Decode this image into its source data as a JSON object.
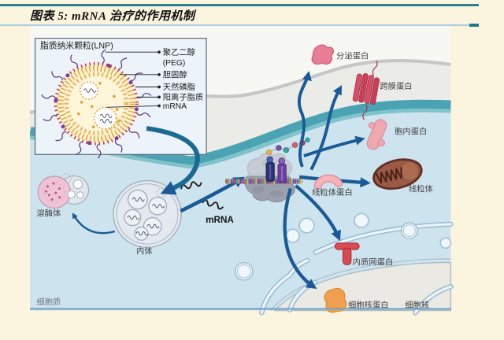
{
  "title": {
    "label": "图表 5:  mRNA 治疗的作用机制"
  },
  "lnp": {
    "title": "脂质纳米颗粒(LNP)",
    "label_peg_1": "聚乙二醇",
    "label_peg_2": "(PEG)",
    "label_cholesterol": "胆固醇",
    "label_phospholipid": "天然磷脂",
    "label_cationic_lipid": "阳离子脂质",
    "label_mrna": "mRNA"
  },
  "cell": {
    "lysosome": "溶酶体",
    "endosome": "内体",
    "mrna": "mRNA",
    "cytoplasm": "细胞质",
    "secreted_protein": "分泌蛋白",
    "transmembrane_protein": "跨膜蛋白",
    "intracellular_protein": "胞内蛋白",
    "mitochondrial_protein": "线粒体蛋白",
    "mitochondria": "线粒体",
    "er_protein": "内质网蛋白",
    "nuclear_protein": "细胞核蛋白",
    "nucleus": "细胞核"
  },
  "colors": {
    "page_background": "#fbf4df",
    "title_rule_teal": "#2c7f95",
    "cytoplasm_blue": "#cde3ee",
    "membrane_teal": "#4ba2b2",
    "membrane_gray": "#c6c6c6",
    "arrow_blue": "#1a5a96",
    "lnp_red": "#c43838",
    "lnp_orange": "#e6a23c",
    "protein_pink": "#e87d96",
    "mitochondria_brown": "#9a5a45",
    "er_protein_red": "#d94a55",
    "nuclear_protein_orange": "#f0a050"
  }
}
